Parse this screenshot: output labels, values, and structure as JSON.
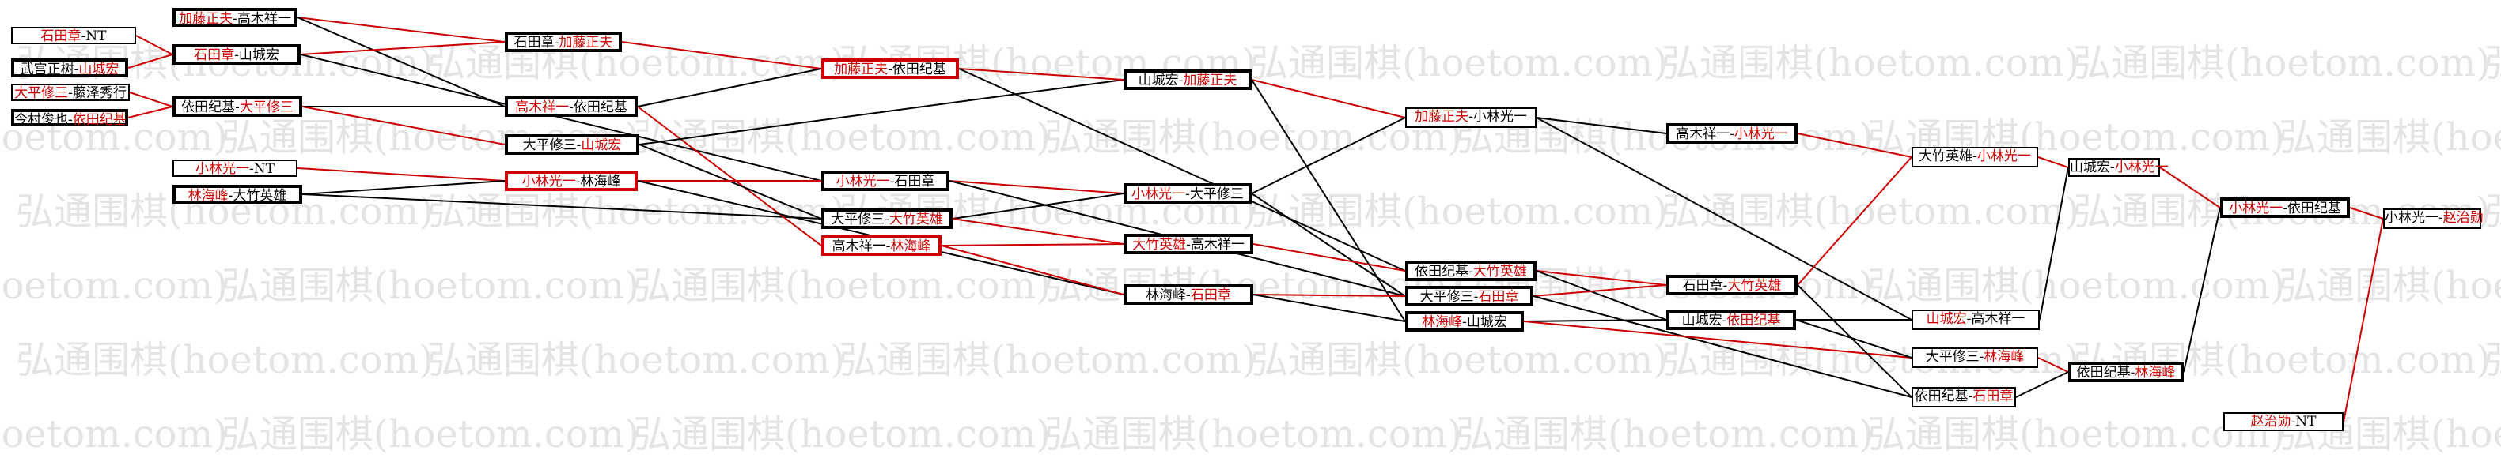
{
  "watermark": "弘通围棋(hoetom.com)",
  "colors": {
    "winner": "#cc0000",
    "loser": "#000000",
    "watermark": "#e4e4e4"
  },
  "matches": [
    {
      "id": "r1a",
      "a": "石田章",
      "b": "NT",
      "winner": "a"
    },
    {
      "id": "r1b",
      "a": "武宫正树",
      "b": "山城宏",
      "winner": "b"
    },
    {
      "id": "r1c",
      "a": "大平修三",
      "b": "藤泽秀行",
      "winner": "a"
    },
    {
      "id": "r1d",
      "a": "今村俊也",
      "b": "依田纪基",
      "winner": "b"
    },
    {
      "id": "r2a",
      "a": "加藤正夫",
      "b": "高木祥一",
      "winner": "a"
    },
    {
      "id": "r2b",
      "a": "石田章",
      "b": "山城宏",
      "winner": "a"
    },
    {
      "id": "r2c",
      "a": "依田纪基",
      "b": "大平修三",
      "winner": "b"
    },
    {
      "id": "r2d",
      "a": "小林光一",
      "b": "NT",
      "winner": "a"
    },
    {
      "id": "r2e",
      "a": "林海峰",
      "b": "大竹英雄",
      "winner": "a"
    },
    {
      "id": "r3a",
      "a": "石田章",
      "b": "加藤正夫",
      "winner": "b"
    },
    {
      "id": "r3b",
      "a": "高木祥一",
      "b": "依田纪基",
      "winner": "a"
    },
    {
      "id": "r3c",
      "a": "大平修三",
      "b": "山城宏",
      "winner": "b"
    },
    {
      "id": "r3d",
      "a": "小林光一",
      "b": "林海峰",
      "winner": "a"
    },
    {
      "id": "r4a",
      "a": "加藤正夫",
      "b": "依田纪基",
      "winner": "a"
    },
    {
      "id": "r4b",
      "a": "小林光一",
      "b": "石田章",
      "winner": "a"
    },
    {
      "id": "r4c",
      "a": "大平修三",
      "b": "大竹英雄",
      "winner": "b"
    },
    {
      "id": "r4d",
      "a": "高木祥一",
      "b": "林海峰",
      "winner": "b"
    },
    {
      "id": "r5a",
      "a": "山城宏",
      "b": "加藤正夫",
      "winner": "b"
    },
    {
      "id": "r5b",
      "a": "小林光一",
      "b": "大平修三",
      "winner": "a"
    },
    {
      "id": "r5c",
      "a": "大竹英雄",
      "b": "高木祥一",
      "winner": "a"
    },
    {
      "id": "r5d",
      "a": "林海峰",
      "b": "石田章",
      "winner": "b"
    },
    {
      "id": "r6a",
      "a": "加藤正夫",
      "b": "小林光一",
      "winner": "a"
    },
    {
      "id": "r6b",
      "a": "依田纪基",
      "b": "大竹英雄",
      "winner": "b"
    },
    {
      "id": "r6c",
      "a": "大平修三",
      "b": "石田章",
      "winner": "b"
    },
    {
      "id": "r6d",
      "a": "林海峰",
      "b": "山城宏",
      "winner": "a"
    },
    {
      "id": "r7a",
      "a": "高木祥一",
      "b": "小林光一",
      "winner": "b"
    },
    {
      "id": "r7b",
      "a": "石田章",
      "b": "大竹英雄",
      "winner": "b"
    },
    {
      "id": "r7c",
      "a": "山城宏",
      "b": "依田纪基",
      "winner": "b"
    },
    {
      "id": "r8a",
      "a": "大竹英雄",
      "b": "小林光一",
      "winner": "b"
    },
    {
      "id": "r8b",
      "a": "山城宏",
      "b": "高木祥一",
      "winner": "a"
    },
    {
      "id": "r8c",
      "a": "大平修三",
      "b": "林海峰",
      "winner": "b"
    },
    {
      "id": "r8d",
      "a": "依田纪基",
      "b": "石田章",
      "winner": "b"
    },
    {
      "id": "r9a",
      "a": "山城宏",
      "b": "小林光一",
      "winner": "b"
    },
    {
      "id": "r9b",
      "a": "依田纪基",
      "b": "林海峰",
      "winner": "b"
    },
    {
      "id": "r10a",
      "a": "小林光一",
      "b": "依田纪基",
      "winner": "a"
    },
    {
      "id": "r11a",
      "a": "小林光一",
      "b": "赵治勋",
      "winner": "b"
    },
    {
      "id": "r11b",
      "a": "赵治勋",
      "b": "NT",
      "winner": "a"
    }
  ]
}
